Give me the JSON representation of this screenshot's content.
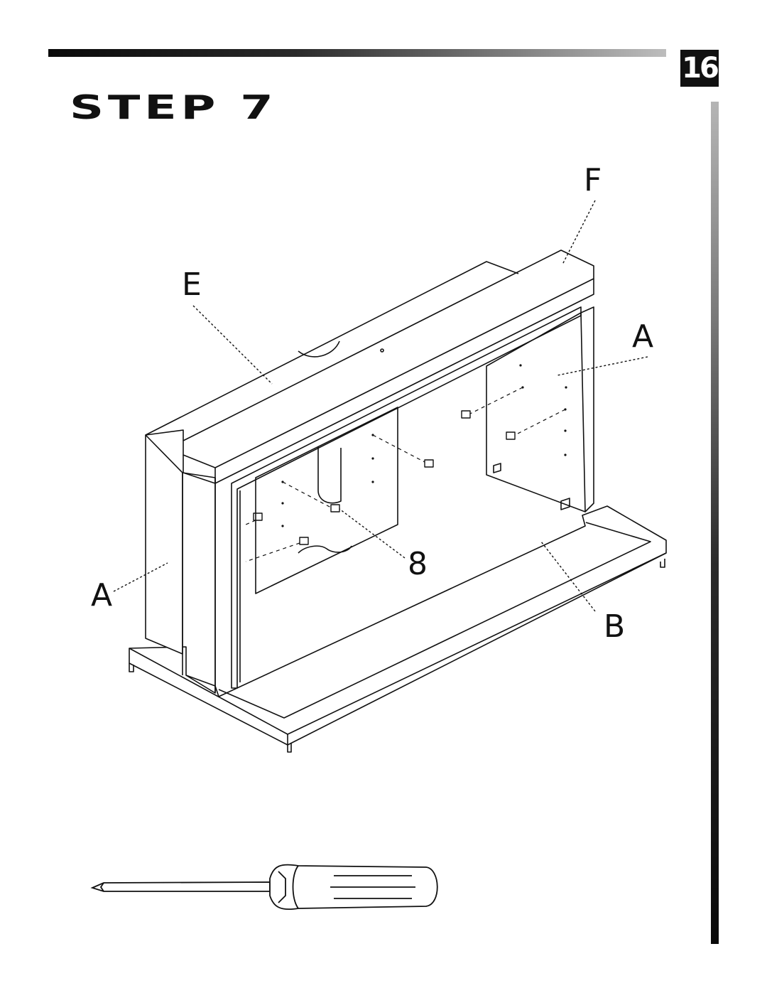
{
  "page": {
    "number": "16",
    "title": "STEP 7"
  },
  "callouts": {
    "E": "E",
    "F": "F",
    "A_right": "A",
    "A_left": "A",
    "hardware": "8",
    "B": "B"
  },
  "tools": [
    "phillips-screwdriver"
  ]
}
